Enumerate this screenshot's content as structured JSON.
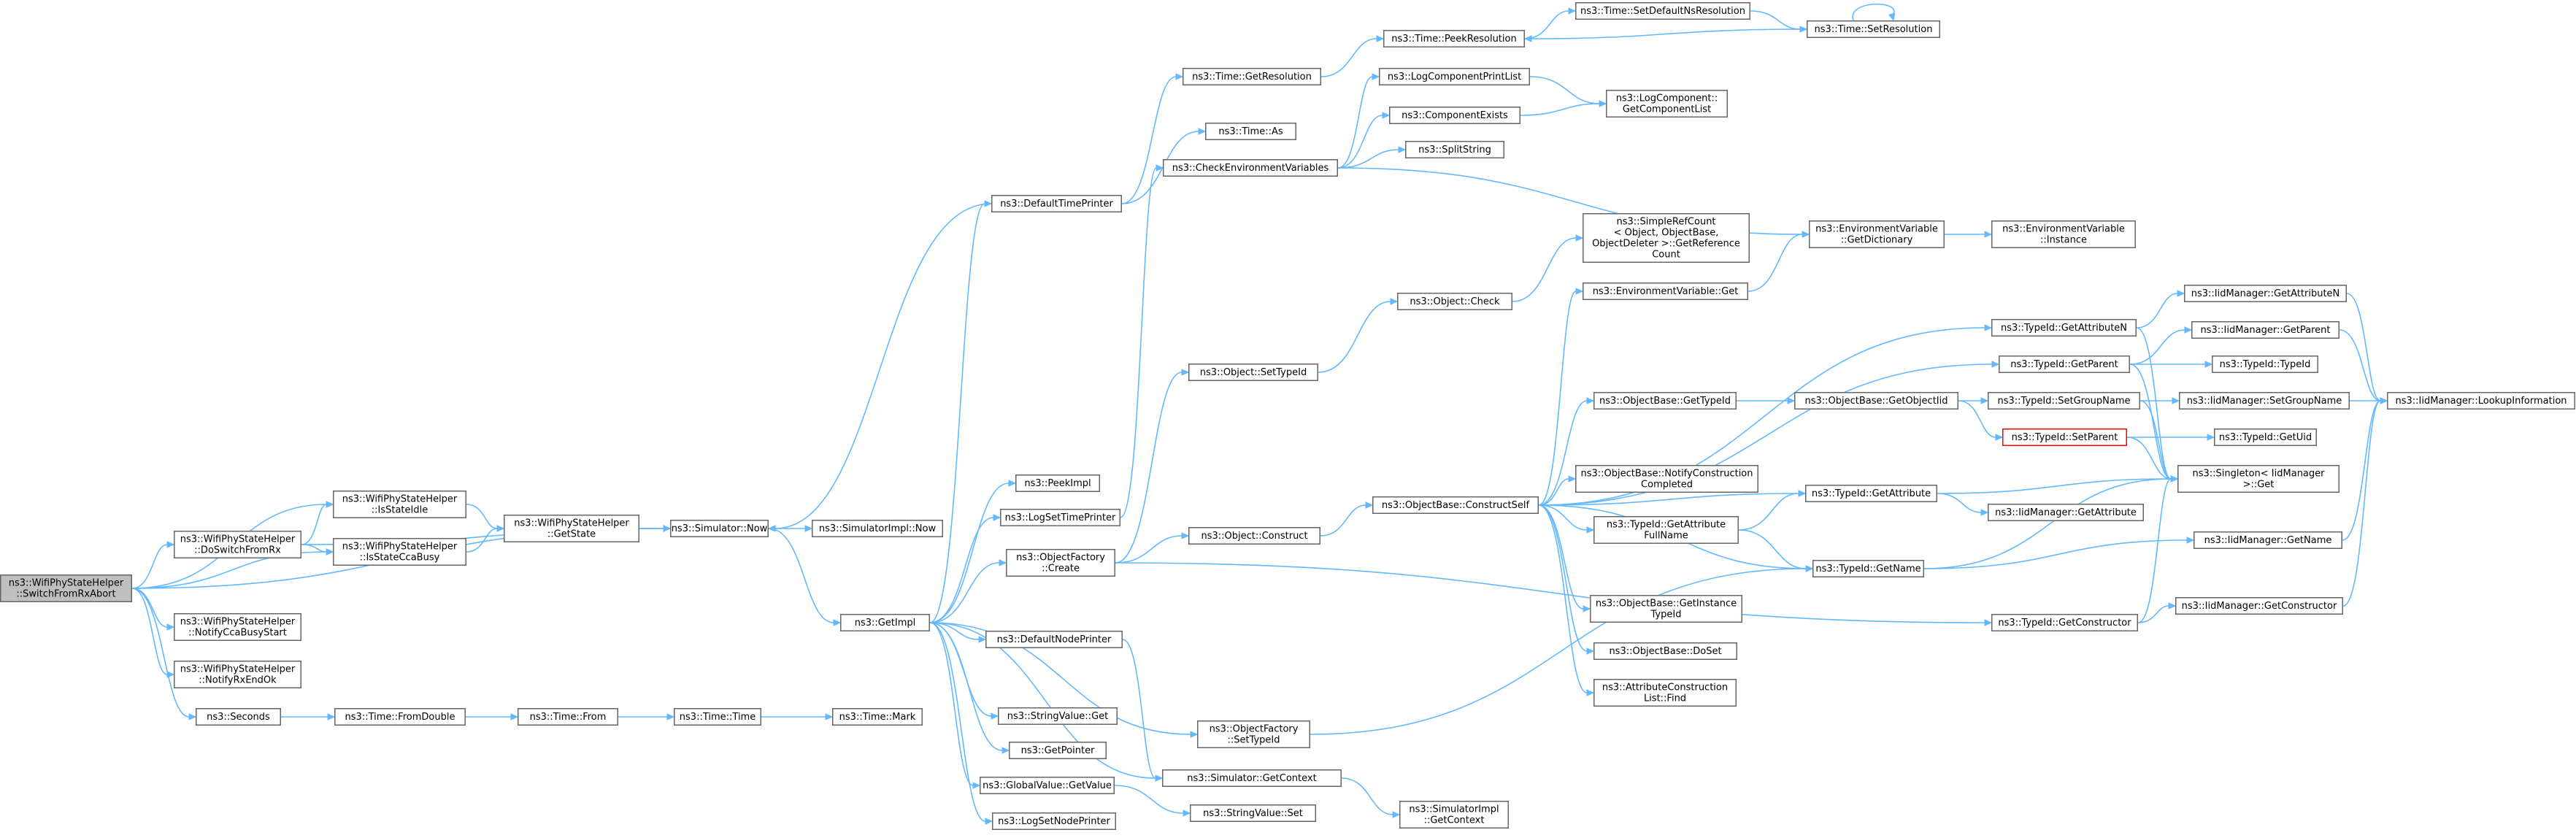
{
  "graph": {
    "nodes": [
      {
        "id": "root",
        "lines": [
          "ns3::WifiPhyStateHelper",
          "::SwitchFromRxAbort"
        ]
      },
      {
        "id": "doswitch",
        "lines": [
          "ns3::WifiPhyStateHelper",
          "::DoSwitchFromRx"
        ]
      },
      {
        "id": "notifycca",
        "lines": [
          "ns3::WifiPhyStateHelper",
          "::NotifyCcaBusyStart"
        ]
      },
      {
        "id": "notifyrx",
        "lines": [
          "ns3::WifiPhyStateHelper",
          "::NotifyRxEndOk"
        ]
      },
      {
        "id": "seconds",
        "lines": [
          "ns3::Seconds"
        ]
      },
      {
        "id": "isidle",
        "lines": [
          "ns3::WifiPhyStateHelper",
          "::IsStateIdle"
        ]
      },
      {
        "id": "iscca",
        "lines": [
          "ns3::WifiPhyStateHelper",
          "::IsStateCcaBusy"
        ]
      },
      {
        "id": "getstate",
        "lines": [
          "ns3::WifiPhyStateHelper",
          "::GetState"
        ]
      },
      {
        "id": "simnow",
        "lines": [
          "ns3::Simulator::Now"
        ]
      },
      {
        "id": "implnow",
        "lines": [
          "ns3::SimulatorImpl::Now"
        ]
      },
      {
        "id": "fromdouble",
        "lines": [
          "ns3::Time::FromDouble"
        ]
      },
      {
        "id": "from",
        "lines": [
          "ns3::Time::From"
        ]
      },
      {
        "id": "timetime",
        "lines": [
          "ns3::Time::Time"
        ]
      },
      {
        "id": "mark",
        "lines": [
          "ns3::Time::Mark"
        ]
      },
      {
        "id": "getimpl",
        "lines": [
          "ns3::GetImpl"
        ]
      },
      {
        "id": "defaulttimeprinter",
        "lines": [
          "ns3::DefaultTimePrinter"
        ]
      },
      {
        "id": "peekimpl",
        "lines": [
          "ns3::PeekImpl"
        ]
      },
      {
        "id": "logsettimeprinter",
        "lines": [
          "ns3::LogSetTimePrinter"
        ]
      },
      {
        "id": "objfactorycreate",
        "lines": [
          "ns3::ObjectFactory",
          "::Create"
        ]
      },
      {
        "id": "defaultnodeprinter",
        "lines": [
          "ns3::DefaultNodePrinter"
        ]
      },
      {
        "id": "stringvalueget",
        "lines": [
          "ns3::StringValue::Get"
        ]
      },
      {
        "id": "getpointer",
        "lines": [
          "ns3::GetPointer"
        ]
      },
      {
        "id": "globalvalue",
        "lines": [
          "ns3::GlobalValue::GetValue"
        ]
      },
      {
        "id": "logsetnodeprinter",
        "lines": [
          "ns3::LogSetNodePrinter"
        ]
      },
      {
        "id": "getresolution",
        "lines": [
          "ns3::Time::GetResolution"
        ]
      },
      {
        "id": "timeas",
        "lines": [
          "ns3::Time::As"
        ]
      },
      {
        "id": "checkenv",
        "lines": [
          "ns3::CheckEnvironmentVariables"
        ]
      },
      {
        "id": "objsettypeid",
        "lines": [
          "ns3::Object::SetTypeId"
        ]
      },
      {
        "id": "objconstruct",
        "lines": [
          "ns3::Object::Construct"
        ]
      },
      {
        "id": "objfactorysettypeid",
        "lines": [
          "ns3::ObjectFactory",
          "::SetTypeId"
        ]
      },
      {
        "id": "simgetcontext",
        "lines": [
          "ns3::Simulator::GetContext"
        ]
      },
      {
        "id": "stringvalueset",
        "lines": [
          "ns3::StringValue::Set"
        ]
      },
      {
        "id": "simimplgetcontext",
        "lines": [
          "ns3::SimulatorImpl",
          "::GetContext"
        ]
      },
      {
        "id": "peekresolution",
        "lines": [
          "ns3::Time::PeekResolution"
        ]
      },
      {
        "id": "logcompprintlist",
        "lines": [
          "ns3::LogComponentPrintList"
        ]
      },
      {
        "id": "compexists",
        "lines": [
          "ns3::ComponentExists"
        ]
      },
      {
        "id": "splitstring",
        "lines": [
          "ns3::SplitString"
        ]
      },
      {
        "id": "objcheck",
        "lines": [
          "ns3::Object::Check"
        ]
      },
      {
        "id": "constructself",
        "lines": [
          "ns3::ObjectBase::ConstructSelf"
        ]
      },
      {
        "id": "setdefaultns",
        "lines": [
          "ns3::Time::SetDefaultNsResolution"
        ]
      },
      {
        "id": "setresolution",
        "lines": [
          "ns3::Time::SetResolution"
        ]
      },
      {
        "id": "getcomplist",
        "lines": [
          "ns3::LogComponent::",
          "GetComponentList"
        ]
      },
      {
        "id": "simplerefcount",
        "lines": [
          "ns3::SimpleRefCount",
          "< Object, ObjectBase,",
          "ObjectDeleter >::GetReference",
          "Count"
        ]
      },
      {
        "id": "envget",
        "lines": [
          "ns3::EnvironmentVariable::Get"
        ]
      },
      {
        "id": "objbasegettypeid",
        "lines": [
          "ns3::ObjectBase::GetTypeId"
        ]
      },
      {
        "id": "notifyconstruction",
        "lines": [
          "ns3::ObjectBase::NotifyConstruction",
          "Completed"
        ]
      },
      {
        "id": "getattrfullname",
        "lines": [
          "ns3::TypeId::GetAttribute",
          "FullName"
        ]
      },
      {
        "id": "getinstancetypeid",
        "lines": [
          "ns3::ObjectBase::GetInstance",
          "TypeId"
        ]
      },
      {
        "id": "doset",
        "lines": [
          "ns3::ObjectBase::DoSet"
        ]
      },
      {
        "id": "attrconstructionfind",
        "lines": [
          "ns3::AttributeConstruction",
          "List::Find"
        ]
      },
      {
        "id": "envgetdict",
        "lines": [
          "ns3::EnvironmentVariable",
          "::GetDictionary"
        ]
      },
      {
        "id": "envinstance",
        "lines": [
          "ns3::EnvironmentVariable",
          "::Instance"
        ]
      },
      {
        "id": "getobjectiid",
        "lines": [
          "ns3::ObjectBase::GetObjectIid"
        ]
      },
      {
        "id": "typeidgetattribute",
        "lines": [
          "ns3::TypeId::GetAttribute"
        ]
      },
      {
        "id": "typeidgetname",
        "lines": [
          "ns3::TypeId::GetName"
        ]
      },
      {
        "id": "typeidgetattrn",
        "lines": [
          "ns3::TypeId::GetAttributeN"
        ]
      },
      {
        "id": "typeidgetparent",
        "lines": [
          "ns3::TypeId::GetParent"
        ]
      },
      {
        "id": "typeidsetgroupname",
        "lines": [
          "ns3::TypeId::SetGroupName"
        ]
      },
      {
        "id": "typeidsetparent",
        "lines": [
          "ns3::TypeId::SetParent"
        ],
        "highlight": true
      },
      {
        "id": "typeidgetconstructor",
        "lines": [
          "ns3::TypeId::GetConstructor"
        ]
      },
      {
        "id": "iidgetattrn",
        "lines": [
          "ns3::IidManager::GetAttributeN"
        ]
      },
      {
        "id": "iidgetparent",
        "lines": [
          "ns3::IidManager::GetParent"
        ]
      },
      {
        "id": "typeidtypeid",
        "lines": [
          "ns3::TypeId::TypeId"
        ]
      },
      {
        "id": "iidsetgroupname",
        "lines": [
          "ns3::IidManager::SetGroupName"
        ]
      },
      {
        "id": "typeidgetuid",
        "lines": [
          "ns3::TypeId::GetUid"
        ]
      },
      {
        "id": "singleton",
        "lines": [
          "ns3::Singleton< IidManager",
          ">::Get"
        ]
      },
      {
        "id": "iidgetattribute",
        "lines": [
          "ns3::IidManager::GetAttribute"
        ]
      },
      {
        "id": "iidgetname",
        "lines": [
          "ns3::IidManager::GetName"
        ]
      },
      {
        "id": "iidgetconstructor",
        "lines": [
          "ns3::IidManager::GetConstructor"
        ]
      },
      {
        "id": "iidlookup",
        "lines": [
          "ns3::IidManager::LookupInformation"
        ]
      }
    ],
    "edges": [
      [
        "root",
        "doswitch"
      ],
      [
        "root",
        "notifycca"
      ],
      [
        "root",
        "notifyrx"
      ],
      [
        "root",
        "seconds"
      ],
      [
        "root",
        "isidle"
      ],
      [
        "root",
        "iscca"
      ],
      [
        "root",
        "simnow"
      ],
      [
        "doswitch",
        "isidle"
      ],
      [
        "doswitch",
        "iscca"
      ],
      [
        "doswitch",
        "simnow"
      ],
      [
        "isidle",
        "getstate"
      ],
      [
        "iscca",
        "getstate"
      ],
      [
        "getstate",
        "simnow"
      ],
      [
        "simnow",
        "implnow"
      ],
      [
        "simnow",
        "getimpl"
      ],
      [
        "seconds",
        "fromdouble"
      ],
      [
        "fromdouble",
        "from"
      ],
      [
        "from",
        "timetime"
      ],
      [
        "timetime",
        "mark"
      ],
      [
        "getimpl",
        "defaulttimeprinter"
      ],
      [
        "getimpl",
        "peekimpl"
      ],
      [
        "getimpl",
        "logsettimeprinter"
      ],
      [
        "getimpl",
        "objfactorycreate"
      ],
      [
        "getimpl",
        "defaultnodeprinter"
      ],
      [
        "getimpl",
        "stringvalueget"
      ],
      [
        "getimpl",
        "getpointer"
      ],
      [
        "getimpl",
        "globalvalue"
      ],
      [
        "getimpl",
        "logsetnodeprinter"
      ],
      [
        "getimpl",
        "objfactorysettypeid"
      ],
      [
        "getimpl",
        "simgetcontext"
      ],
      [
        "defaulttimeprinter",
        "simnow"
      ],
      [
        "defaulttimeprinter",
        "getresolution"
      ],
      [
        "defaulttimeprinter",
        "timeas"
      ],
      [
        "logsettimeprinter",
        "checkenv"
      ],
      [
        "objfactorycreate",
        "objsettypeid"
      ],
      [
        "objfactorycreate",
        "objconstruct"
      ],
      [
        "objfactorycreate",
        "typeidgetconstructor"
      ],
      [
        "defaultnodeprinter",
        "simgetcontext"
      ],
      [
        "globalvalue",
        "stringvalueset"
      ],
      [
        "simgetcontext",
        "simimplgetcontext"
      ],
      [
        "objfactorysettypeid",
        "typeidgetname"
      ],
      [
        "getresolution",
        "peekresolution"
      ],
      [
        "peekresolution",
        "setdefaultns"
      ],
      [
        "setdefaultns",
        "setresolution"
      ],
      [
        "setresolution",
        "peekresolution"
      ],
      [
        "setresolution",
        "setresolution"
      ],
      [
        "checkenv",
        "logcompprintlist"
      ],
      [
        "checkenv",
        "compexists"
      ],
      [
        "checkenv",
        "splitstring"
      ],
      [
        "checkenv",
        "envgetdict"
      ],
      [
        "logcompprintlist",
        "getcomplist"
      ],
      [
        "compexists",
        "getcomplist"
      ],
      [
        "objsettypeid",
        "objcheck"
      ],
      [
        "objcheck",
        "simplerefcount"
      ],
      [
        "objconstruct",
        "constructself"
      ],
      [
        "constructself",
        "envget"
      ],
      [
        "constructself",
        "objbasegettypeid"
      ],
      [
        "constructself",
        "notifyconstruction"
      ],
      [
        "constructself",
        "getattrfullname"
      ],
      [
        "constructself",
        "getinstancetypeid"
      ],
      [
        "constructself",
        "doset"
      ],
      [
        "constructself",
        "attrconstructionfind"
      ],
      [
        "constructself",
        "typeidgetattribute"
      ],
      [
        "constructself",
        "typeidgetname"
      ],
      [
        "constructself",
        "typeidgetattrn"
      ],
      [
        "constructself",
        "typeidgetparent"
      ],
      [
        "envget",
        "envgetdict"
      ],
      [
        "envgetdict",
        "envinstance"
      ],
      [
        "objbasegettypeid",
        "getobjectiid"
      ],
      [
        "getobjectiid",
        "typeidsetgroupname"
      ],
      [
        "getobjectiid",
        "typeidsetparent"
      ],
      [
        "getattrfullname",
        "typeidgetattribute"
      ],
      [
        "getattrfullname",
        "typeidgetname"
      ],
      [
        "typeidgetattribute",
        "singleton"
      ],
      [
        "typeidgetattribute",
        "iidgetattribute"
      ],
      [
        "typeidgetname",
        "singleton"
      ],
      [
        "typeidgetname",
        "iidgetname"
      ],
      [
        "typeidgetattrn",
        "iidgetattrn"
      ],
      [
        "typeidgetattrn",
        "singleton"
      ],
      [
        "typeidgetparent",
        "iidgetparent"
      ],
      [
        "typeidgetparent",
        "typeidtypeid"
      ],
      [
        "typeidgetparent",
        "singleton"
      ],
      [
        "typeidsetgroupname",
        "iidsetgroupname"
      ],
      [
        "typeidsetgroupname",
        "singleton"
      ],
      [
        "typeidsetparent",
        "typeidgetuid"
      ],
      [
        "typeidsetparent",
        "singleton"
      ],
      [
        "typeidgetconstructor",
        "iidgetconstructor"
      ],
      [
        "typeidgetconstructor",
        "singleton"
      ],
      [
        "iidgetattrn",
        "iidlookup"
      ],
      [
        "iidgetparent",
        "iidlookup"
      ],
      [
        "iidsetgroupname",
        "iidlookup"
      ],
      [
        "iidgetname",
        "iidlookup"
      ],
      [
        "iidgetconstructor",
        "iidlookup"
      ]
    ]
  }
}
